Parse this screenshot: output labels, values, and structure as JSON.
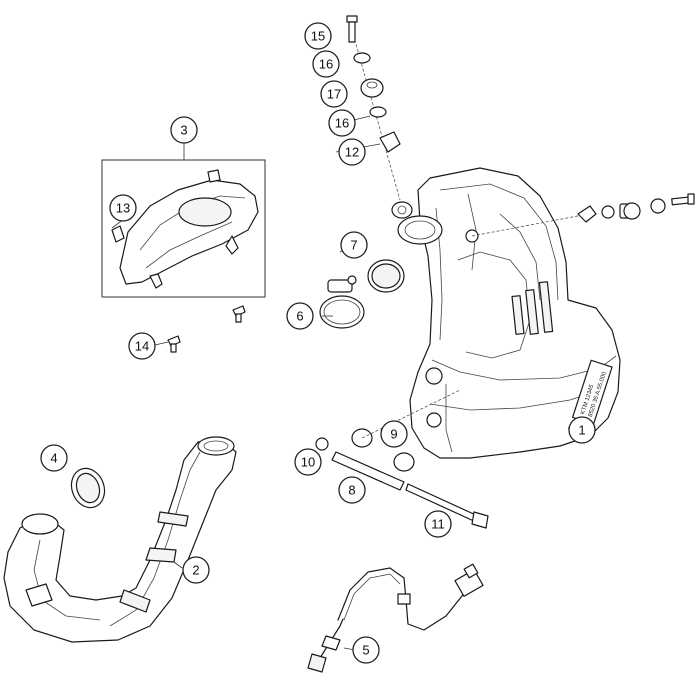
{
  "diagram": {
    "callouts": [
      "1",
      "2",
      "3",
      "4",
      "5",
      "6",
      "7",
      "8",
      "9",
      "10",
      "11",
      "12",
      "13",
      "14",
      "15",
      "16",
      "17",
      "16"
    ],
    "muffler_label": [
      "KTM 12345",
      "8520 35 A.55.000"
    ]
  }
}
